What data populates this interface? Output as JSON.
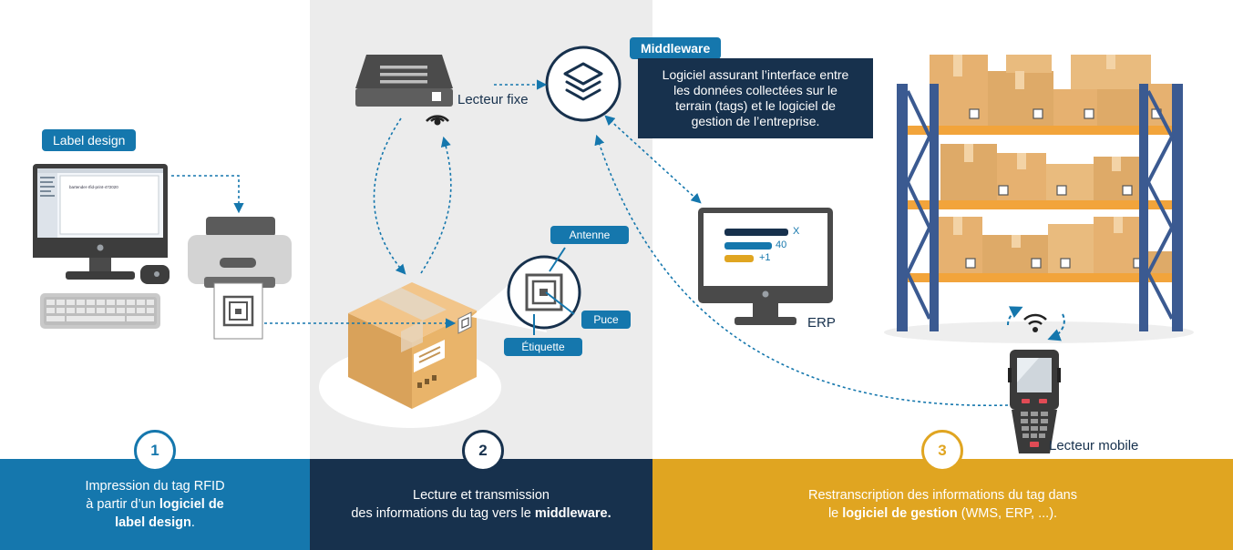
{
  "labels": {
    "label_design": "Label design",
    "lecteur_fixe": "Lecteur fixe",
    "middleware": "Middleware",
    "antenne": "Antenne",
    "puce": "Puce",
    "etiquette": "Étiquette",
    "erp": "ERP",
    "lecteur_mobile": "Lecteur mobile",
    "screen_text": "bartender-rfid-print-472020"
  },
  "middleware_description": {
    "line1": "Logiciel assurant l’interface entre",
    "line2": "les données collectées sur le",
    "line3": "terrain (tags) et le logiciel de",
    "line4": "gestion de l’entreprise."
  },
  "erp_screen": {
    "row1": "X",
    "row2": "40",
    "row3": "+1"
  },
  "steps": [
    {
      "number": "1",
      "line1": "Impression du tag RFID",
      "line2_pre": "à partir d’un ",
      "line2_bold": "logiciel de",
      "line3_bold": "label design",
      "line3_post": "."
    },
    {
      "number": "2",
      "line1": "Lecture et transmission",
      "line2_pre": "des informations du tag vers le ",
      "line2_bold": "middleware."
    },
    {
      "number": "3",
      "line1": "Restranscription des informations du tag dans",
      "line2_pre": "le ",
      "line2_bold": "logiciel de gestion",
      "line2_post": " (WMS, ERP, ...)."
    }
  ],
  "colors": {
    "blue": "#1577ad",
    "navy": "#17314d",
    "gold": "#e0a521",
    "panel": "#ececec",
    "box": "#e9b46a",
    "shelf_frame": "#3b5a91",
    "shelf_beam": "#f2a43b"
  }
}
